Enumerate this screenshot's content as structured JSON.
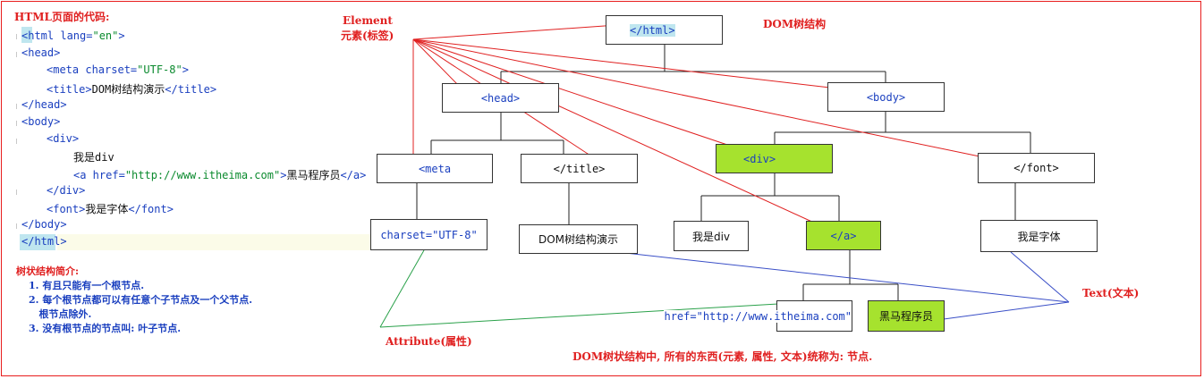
{
  "header": {
    "title": "HTML页面的代码:"
  },
  "code_lines": [
    {
      "tag": "<html",
      "attr": " lang=",
      "val": "\"en\"",
      "end": ">"
    },
    {
      "tag": "<head>"
    },
    {
      "tag": "<meta",
      "attr": " charset=",
      "val": "\"UTF-8\"",
      "end": ">"
    },
    {
      "tag": "<title>",
      "text": "DOM树结构演示",
      "end": "</title>"
    },
    {
      "tag": "</head>"
    },
    {
      "tag": "<body>"
    },
    {
      "tag": "<div>"
    },
    {
      "text": "我是div"
    },
    {
      "tag": "<a",
      "attr": " href=",
      "val": "\"http://www.itheima.com\"",
      "end": ">",
      "text2": "黑马程序员",
      "end2": "</a>"
    },
    {
      "tag": "</div>"
    },
    {
      "tag": "<font>",
      "text": "我是字体",
      "end": "</font>"
    },
    {
      "tag": "</body>"
    },
    {
      "tag": "</html>"
    }
  ],
  "notes": {
    "heading": "树状结构简介:",
    "items": [
      "1. 有且只能有一个根节点.",
      "2. 每个根节点都可以有任意个子节点及一个父节点.",
      "   根节点除外.",
      "3. 没有根节点的节点叫: 叶子节点."
    ]
  },
  "labels": {
    "element": "Element",
    "element_cn": "元素(标签)",
    "dom_title": "DOM树结构",
    "attribute": "Attribute(属性)",
    "text": "Text(文本)",
    "footer": "DOM树状结构中, 所有的东西(元素, 属性, 文本)统称为: 节点."
  },
  "nodes": {
    "html": "</html>",
    "head": "<head>",
    "body": "<body>",
    "meta": "<meta",
    "title": "</title>",
    "div": "<div>",
    "font": "</font>",
    "charset": "charset=\"UTF-8\"",
    "title_text": "DOM树结构演示",
    "div_text": "我是div",
    "a": "</a>",
    "font_text": "我是字体",
    "href": "href=\"http://www.itheima.com\"",
    "a_text": "黑马程序员"
  },
  "colors": {
    "accent_red": "#e02020",
    "tag_blue": "#1a3fbf",
    "value_green": "#0b8a2e",
    "highlight_green": "#a6e22e"
  }
}
